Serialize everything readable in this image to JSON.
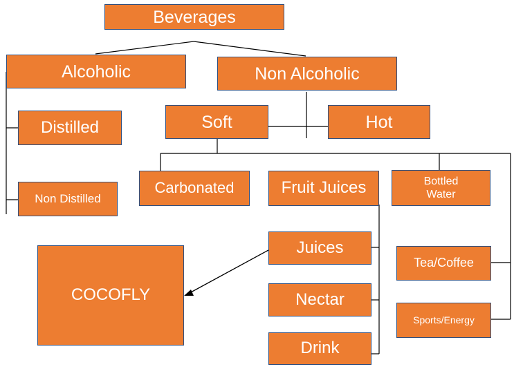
{
  "diagram": {
    "nodes": {
      "beverages": "Beverages",
      "alcoholic": "Alcoholic",
      "non_alcoholic": "Non Alcoholic",
      "distilled": "Distilled",
      "non_distilled": "Non Distilled",
      "soft": "Soft",
      "hot": "Hot",
      "carbonated": "Carbonated",
      "fruit_juices": "Fruit Juices",
      "bottled_water": "Bottled\nWater",
      "juices": "Juices",
      "nectar": "Nectar",
      "drink": "Drink",
      "tea_coffee": "Tea/Coffee",
      "sports_energy": "Sports/Energy",
      "cocofly": "COCOFLY"
    },
    "colors": {
      "box_fill": "#ED7D31",
      "box_border": "#2F4F7F",
      "box_text": "#FFFFFF",
      "connector": "#000000"
    }
  }
}
